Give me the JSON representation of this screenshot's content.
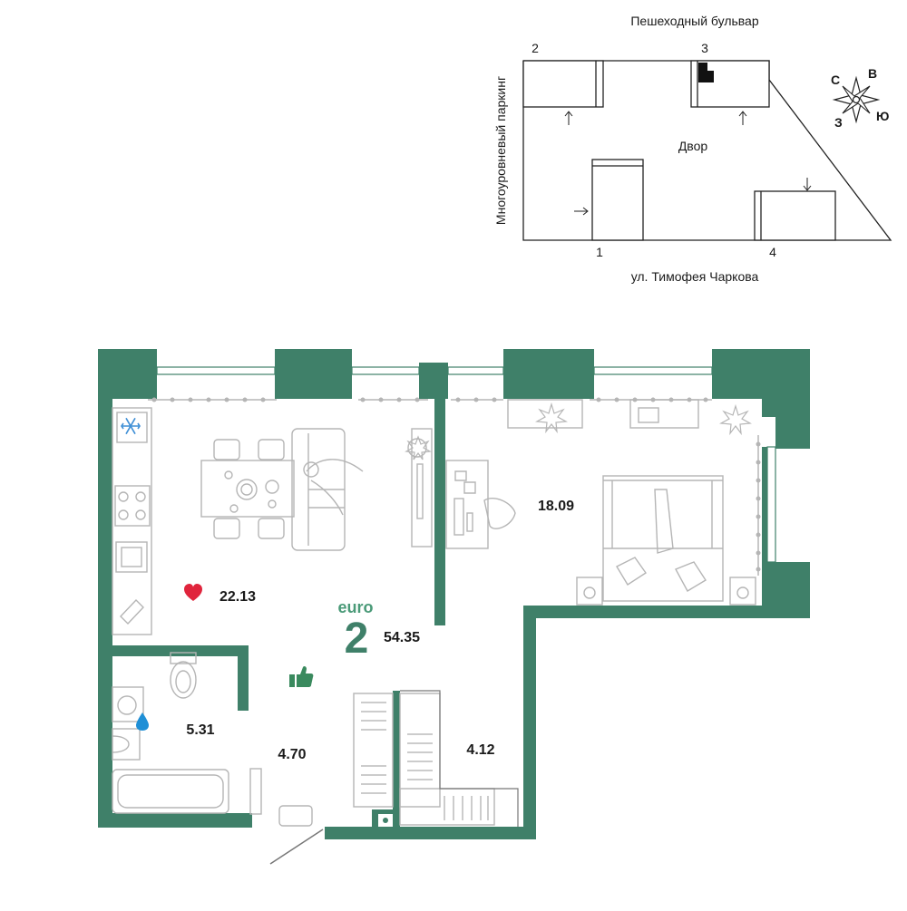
{
  "site_plan": {
    "street_top": "Пешеходный бульвар",
    "street_bottom": "ул. Тимофея Чаркова",
    "street_left": "Многоуровневый паркинг",
    "yard": "Двор",
    "buildings": [
      "1",
      "2",
      "3",
      "4"
    ]
  },
  "compass": {
    "n": "С",
    "e": "В",
    "s": "Ю",
    "w": "З"
  },
  "apartment": {
    "type_word": "euro",
    "rooms": "2",
    "total_area": "54.35",
    "room_areas": {
      "kitchen_living": "22.13",
      "bedroom": "18.09",
      "bathroom": "5.31",
      "hallway": "4.70",
      "wardrobe": "4.12"
    }
  },
  "colors": {
    "wall": "#3f8069",
    "accent": "#4a9a78",
    "furniture": "#b5b5b5",
    "heart": "#e0243c",
    "drop": "#1f8fd6",
    "snow": "#3f8fd6",
    "thumb": "#3a8a5e"
  },
  "icons": [
    "heart-icon",
    "thumbs-up-icon",
    "water-drop-icon",
    "snowflake-icon",
    "compass-icon",
    "entrance-arrow-icon"
  ]
}
